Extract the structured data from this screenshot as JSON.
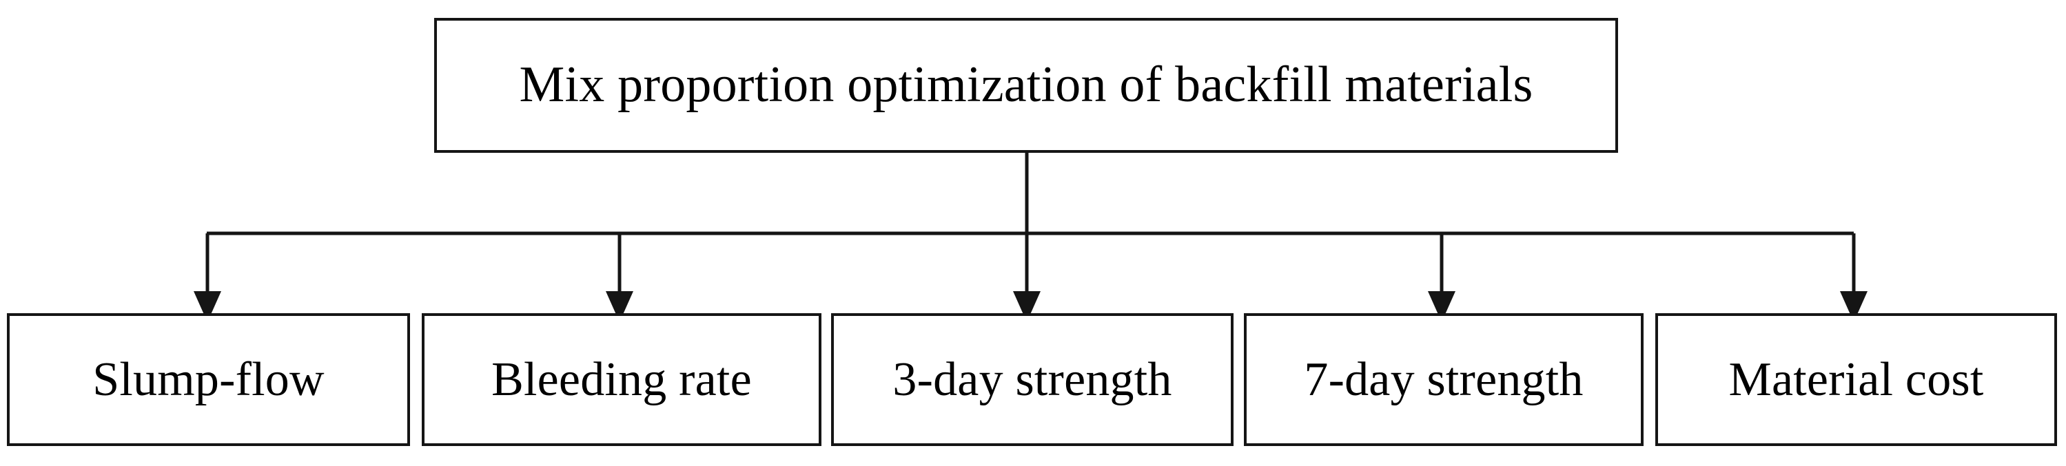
{
  "diagram": {
    "type": "tree-flowchart",
    "orientation": "top-down",
    "root": {
      "id": "root",
      "label": "Mix proportion optimization of backfill materials"
    },
    "children": [
      {
        "id": "slump-flow",
        "label": "Slump-flow"
      },
      {
        "id": "bleeding-rate",
        "label": "Bleeding rate"
      },
      {
        "id": "strength-3day",
        "label": "3-day strength"
      },
      {
        "id": "strength-7day",
        "label": "7-day strength"
      },
      {
        "id": "material-cost",
        "label": "Material cost"
      }
    ],
    "edges": [
      {
        "from": "root",
        "to": "slump-flow",
        "arrow": "down"
      },
      {
        "from": "root",
        "to": "bleeding-rate",
        "arrow": "down"
      },
      {
        "from": "root",
        "to": "strength-3day",
        "arrow": "down"
      },
      {
        "from": "root",
        "to": "strength-7day",
        "arrow": "down"
      },
      {
        "from": "root",
        "to": "material-cost",
        "arrow": "down"
      }
    ],
    "style": {
      "background_color": "#ffffff",
      "box_fill": "#ffffff",
      "box_border_color": "#151515",
      "text_color": "#000000",
      "connector_color": "#151515"
    }
  }
}
